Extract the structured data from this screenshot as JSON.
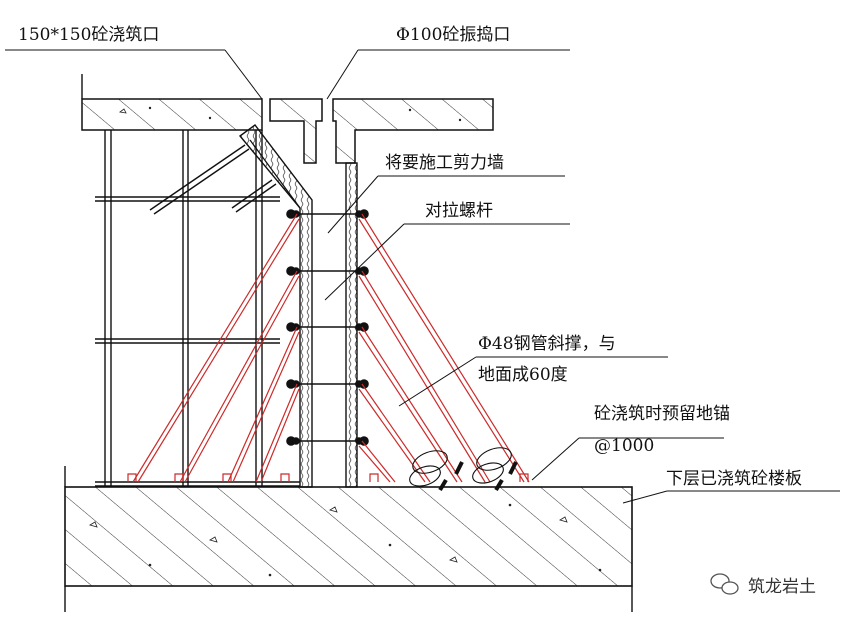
{
  "diagram": {
    "labels": {
      "pour_opening": "150*150砼浇筑口",
      "vibration_opening": "Φ100砼振捣口",
      "shear_wall": "将要施工剪力墙",
      "tie_bolt": "对拉螺杆",
      "brace_line1": "Φ48钢管斜撑，与",
      "brace_line2": "地面成60度",
      "anchor_line1": "砼浇筑时预留地锚",
      "anchor_line2": "@1000",
      "floor_slab": "下层已浇筑砼楼板"
    },
    "watermark": "筑龙岩土",
    "colors": {
      "ink": "#111111",
      "brace": "#cc2a2a",
      "background": "#ffffff"
    }
  }
}
